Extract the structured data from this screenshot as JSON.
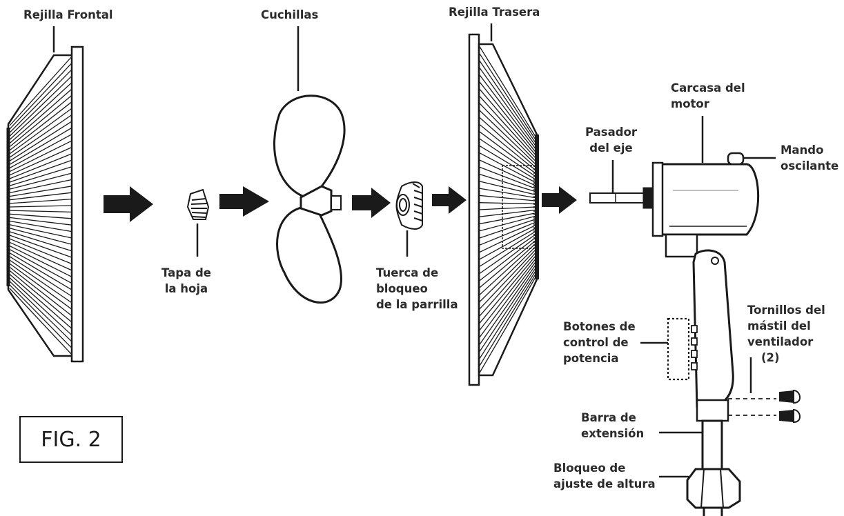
{
  "labels": {
    "rejilla_frontal": "Rejilla Frontal",
    "cuchillas": "Cuchillas",
    "rejilla_trasera": "Rejilla Trasera",
    "carcasa": [
      "Carcasa del",
      "motor"
    ],
    "pasador": [
      "Pasador",
      "del eje"
    ],
    "mando": [
      "Mando",
      "oscilante"
    ],
    "tapa": [
      "Tapa de",
      "la hoja"
    ],
    "tuerca": [
      "Tuerca de",
      "bloqueo",
      "de la parrilla"
    ],
    "tornillos": [
      "Tornillos del",
      "mástil del",
      "ventilador",
      "(2)"
    ],
    "botones": [
      "Botones de",
      "control de",
      "potencia"
    ],
    "barra": [
      "Barra de",
      "extensión"
    ],
    "bloqueo_altura": [
      "Bloqueo de",
      "ajuste de altura"
    ]
  },
  "figure_label": "FIG. 2",
  "colors": {
    "ink": "#1a1a1a",
    "text": "#2b2b2b",
    "background": "#ffffff"
  }
}
